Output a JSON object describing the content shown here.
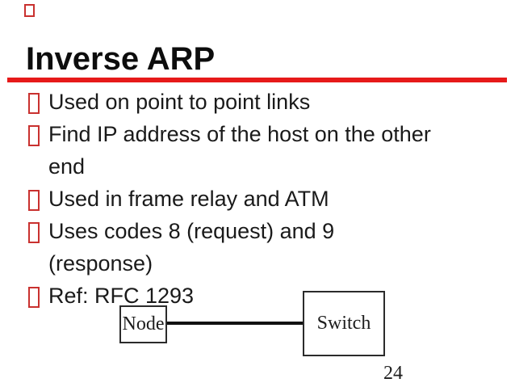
{
  "slide": {
    "title": "Inverse ARP",
    "bullets": [
      "Used on point to point links",
      "Find IP address of the host on the other end",
      "Used in frame relay and ATM",
      "Uses codes 8 (request) and 9 (response)",
      "Ref: RFC 1293"
    ],
    "diagram": {
      "node_label": "Node",
      "switch_label": "Switch"
    },
    "page_number": "24",
    "colors": {
      "rule_red": "#e61a1a",
      "bullet_red": "#c9312f",
      "text": "#1a1a1a",
      "title": "#0d0d0d",
      "box_border": "#2b2b2b"
    }
  }
}
